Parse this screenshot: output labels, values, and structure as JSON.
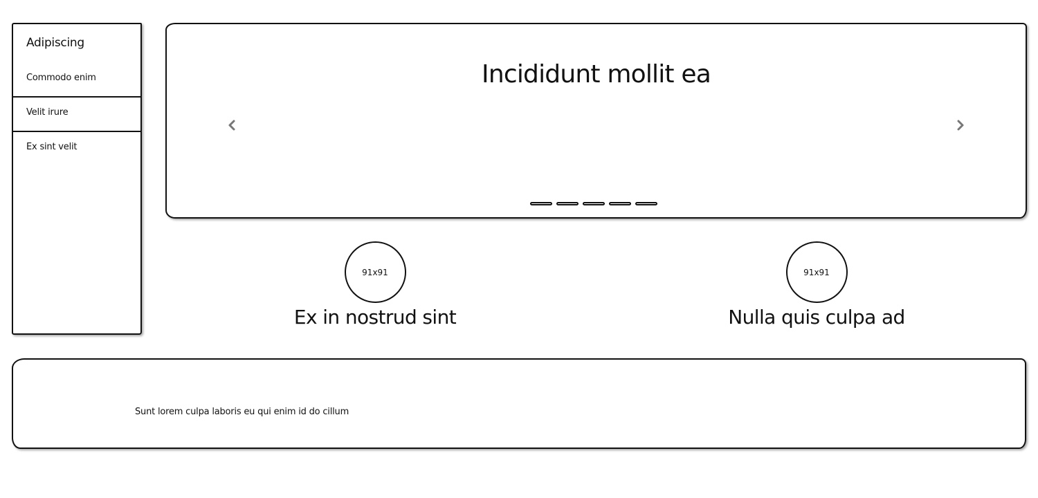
{
  "sidebar": {
    "title": "Adipiscing",
    "items": [
      {
        "label": "Commodo enim"
      },
      {
        "label": "Velit irure"
      },
      {
        "label": "Ex sint velit"
      }
    ]
  },
  "carousel": {
    "title": "Incididunt mollit ea",
    "icons": {
      "prev": "chevron-left-icon",
      "next": "chevron-right-icon"
    },
    "slide_count": 5
  },
  "features": [
    {
      "image_label": "91x91",
      "title": "Ex in nostrud sint"
    },
    {
      "image_label": "91x91",
      "title": "Nulla quis culpa ad"
    }
  ],
  "footer": {
    "text": "Sunt lorem culpa laboris eu qui enim id do cillum"
  },
  "colors": {
    "ink": "#111111",
    "arrow": "#777777",
    "background": "#ffffff"
  }
}
